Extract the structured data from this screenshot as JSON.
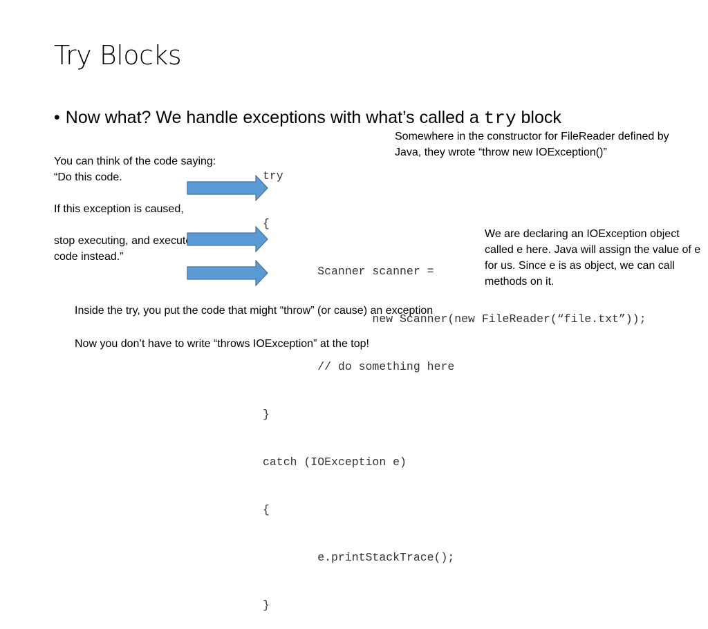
{
  "slide": {
    "title": "Try Blocks",
    "bullet": {
      "text_before": "Now what? We handle exceptions with what’s called a ",
      "code_word": "try",
      "text_after": " block"
    }
  },
  "code_lines": [
    "try",
    "{",
    "        Scanner scanner =",
    "                new Scanner(new FileReader(“file.txt”));",
    "        // do something here",
    "}",
    "catch (IOException e)",
    "{",
    "        e.printStackTrace();",
    "}"
  ],
  "notes": {
    "top_right": "Somewhere in the constructor for FileReader defined by Java, they wrote “throw new IOException()”",
    "left_lines": [
      "You can think of the code saying:",
      "“Do this code.",
      "",
      "If this exception is caused,",
      "",
      "stop executing, and execute this code instead.”"
    ],
    "right": "We are declaring an IOException object called e here. Java will assign the value of e for us. Since e is as object, we can call methods on it."
  },
  "footer": {
    "line1": "Inside the try, you put the code that might “throw” (or cause) an exception",
    "line2": "Now you don’t have to write “throws IOException” at the top!"
  },
  "colors": {
    "arrow_fill": "#5b9bd5",
    "arrow_stroke": "#41719c"
  }
}
